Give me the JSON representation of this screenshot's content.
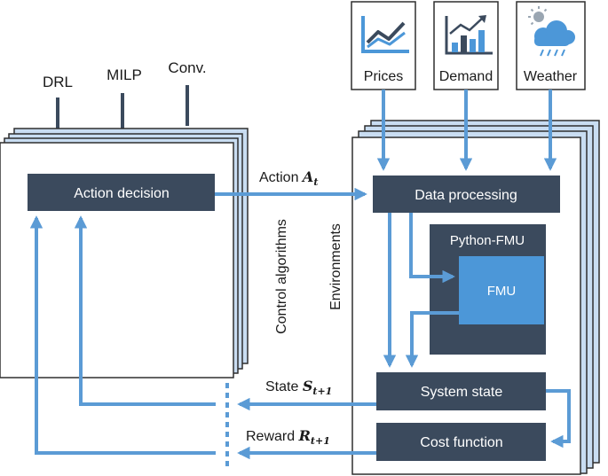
{
  "algorithms": {
    "drl": "DRL",
    "milp": "MILP",
    "conv": "Conv."
  },
  "inputs": {
    "prices": "Prices",
    "demand": "Demand",
    "weather": "Weather"
  },
  "blocks": {
    "action_decision": "Action decision",
    "data_processing": "Data processing",
    "python_fmu": "Python-FMU",
    "fmu": "FMU",
    "system_state": "System state",
    "cost_function": "Cost function"
  },
  "side_labels": {
    "control_algorithms": "Control algorithms",
    "environments": "Environments"
  },
  "signals": {
    "action": {
      "word": "Action",
      "symbol": "A",
      "sub": "t"
    },
    "state": {
      "word": "State",
      "symbol": "S",
      "sub": "t+1"
    },
    "reward": {
      "word": "Reward",
      "symbol": "R",
      "sub": "t+1"
    }
  },
  "colors": {
    "dark_block": "#3b4a5d",
    "fmu_block": "#4c97d8",
    "arrow": "#5b9bd5",
    "frame_back": "#c9ddf2",
    "stroke": "#2f2f2f"
  },
  "icons": {
    "prices": "line-chart-icon",
    "demand": "bar-chart-trend-icon",
    "weather": "sun-cloud-rain-icon"
  }
}
